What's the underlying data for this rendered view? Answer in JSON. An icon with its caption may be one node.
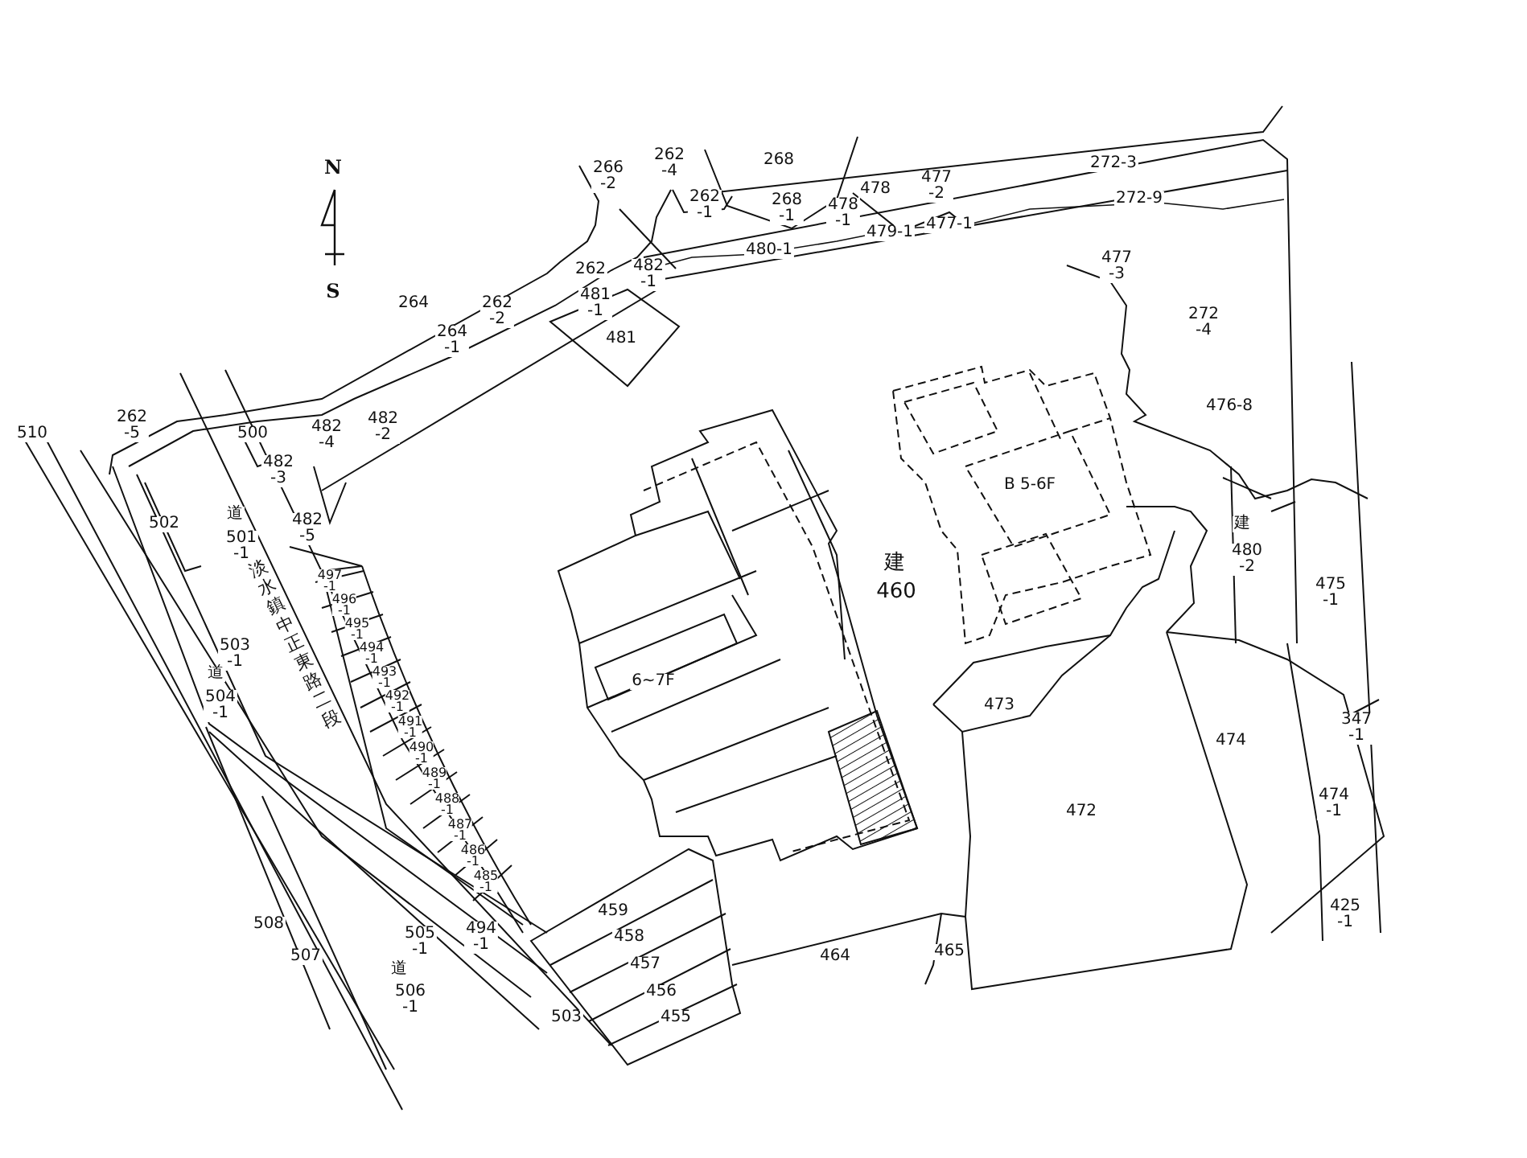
{
  "diagram": {
    "labels": [
      "N",
      "S",
      "266 -2",
      "262 -4",
      "268",
      "477 -2",
      "272-3",
      "262 -1",
      "268 -1",
      "478",
      "478 -1",
      "272-9",
      "480-1",
      "479-1",
      "477-1",
      "477 -3",
      "264",
      "262 -2",
      "262",
      "482 -1",
      "481 -1",
      "264 -1",
      "481",
      "272 -4",
      "476-8",
      "262 -5",
      "510",
      "500",
      "482 -4",
      "482 -2",
      "482 -3",
      "502",
      "道",
      "501 -1",
      "淡水鎮中正東路二段",
      "482 -5",
      "497 -1",
      "496 -1",
      "495 -1",
      "494 -1",
      "493 -1",
      "492 -1",
      "491 -1",
      "490 -1",
      "489 -1",
      "488 -1",
      "487 -1",
      "486 -1",
      "485 -1",
      "494 -1",
      "503 -1",
      "道",
      "504 -1",
      "B 5-6F",
      "建",
      "460",
      "建",
      "480 -2",
      "475 -1",
      "6~7F",
      "473",
      "474",
      "347 -1",
      "472",
      "474 -1",
      "425 -1",
      "459",
      "458",
      "457",
      "456",
      "455",
      "464",
      "465",
      "508",
      "507",
      "505 -1",
      "道",
      "506 -1",
      "503"
    ]
  }
}
